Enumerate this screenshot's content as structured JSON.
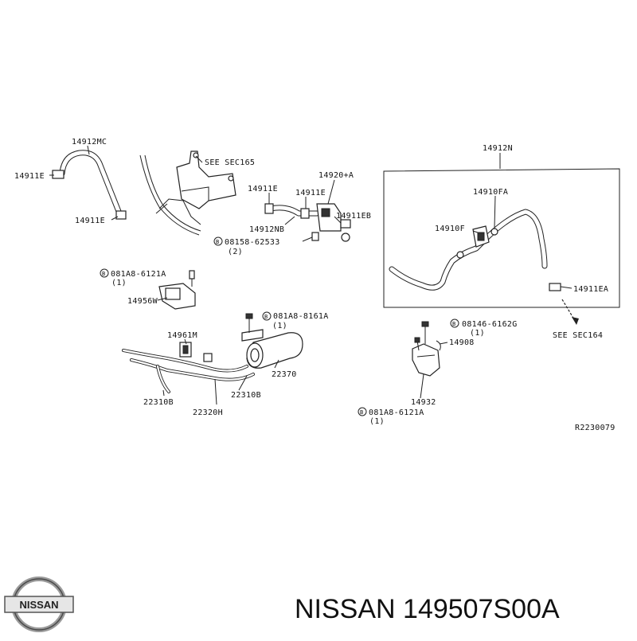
{
  "labels": {
    "l_14912mc": "14912MC",
    "l_14911e_a": "14911E",
    "l_14911e_b": "14911E",
    "l_see_sec165": "SEE SEC165",
    "l_14920a": "14920+A",
    "l_14911e_c": "14911E",
    "l_14911e_d": "14911E",
    "l_14912nb": "14912NB",
    "l_14911eb": "14911EB",
    "l_08158": "08158-62533",
    "l_08158_qty": "(2)",
    "l_081a8_1": "081A8-6121A",
    "l_081a8_1_qty": "(1)",
    "l_14956w": "14956W",
    "l_14961m": "14961M",
    "l_081a8_2": "081A8-8161A",
    "l_081a8_2_qty": "(1)",
    "l_22370": "22370",
    "l_22310b_a": "22310B",
    "l_22310b_b": "22310B",
    "l_22320h": "22320H",
    "l_14912n": "14912N",
    "l_14910fa": "14910FA",
    "l_14910f": "14910F",
    "l_14911ea": "14911EA",
    "l_see_sec164": "SEE SEC164",
    "l_08146": "08146-6162G",
    "l_08146_qty": "(1)",
    "l_14908": "14908",
    "l_14932": "14932",
    "l_081a8_3": "081A8-6121A",
    "l_081a8_3_qty": "(1)",
    "l_ref": "R2230079",
    "bolt_mark": "B"
  },
  "footer": {
    "logo_text": "NISSAN",
    "part_title": "NISSAN 149507S00A"
  }
}
